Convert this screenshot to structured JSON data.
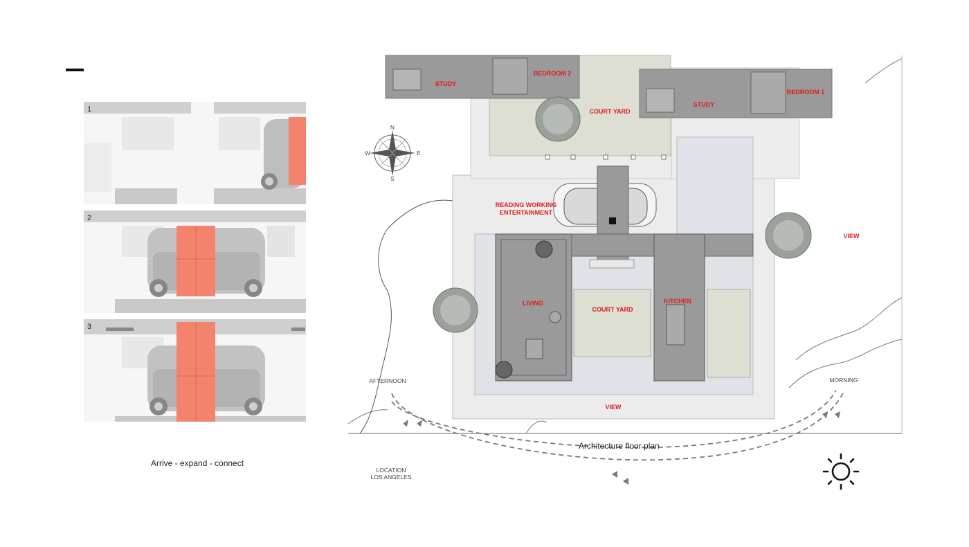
{
  "steps": {
    "panels": [
      {
        "number": "1"
      },
      {
        "number": "2"
      },
      {
        "number": "3"
      }
    ],
    "caption": "Arrive - expand - connect"
  },
  "plan": {
    "caption": "Architecture floor plan",
    "rooms": {
      "study_left": "STUDY",
      "bedroom_2": "BEDROOM 2",
      "court_yard_top": "COURT YARD",
      "study_right": "STUDY",
      "bedroom_1": "BEDROOM 1",
      "reading_line1": "READING WORKING",
      "reading_line2": "ENTERTAINMENT",
      "living": "LIVING",
      "court_yard_center": "COURT YARD",
      "kitchen": "KITCHEN",
      "view_right": "VIEW",
      "view_bottom": "VIEW"
    },
    "sun": {
      "afternoon": "AFTERNOON",
      "morning": "MORNING"
    },
    "location": {
      "line1": "LOCATION",
      "line2": "LOS ANGELES"
    },
    "compass": {
      "n": "N",
      "s": "S",
      "e": "E",
      "w": "W"
    }
  },
  "colors": {
    "accent_red": "#e01c1c",
    "module_orange": "#f4836d",
    "building_grey": "#9a9a9a",
    "court_green": "#dcdfd1"
  }
}
